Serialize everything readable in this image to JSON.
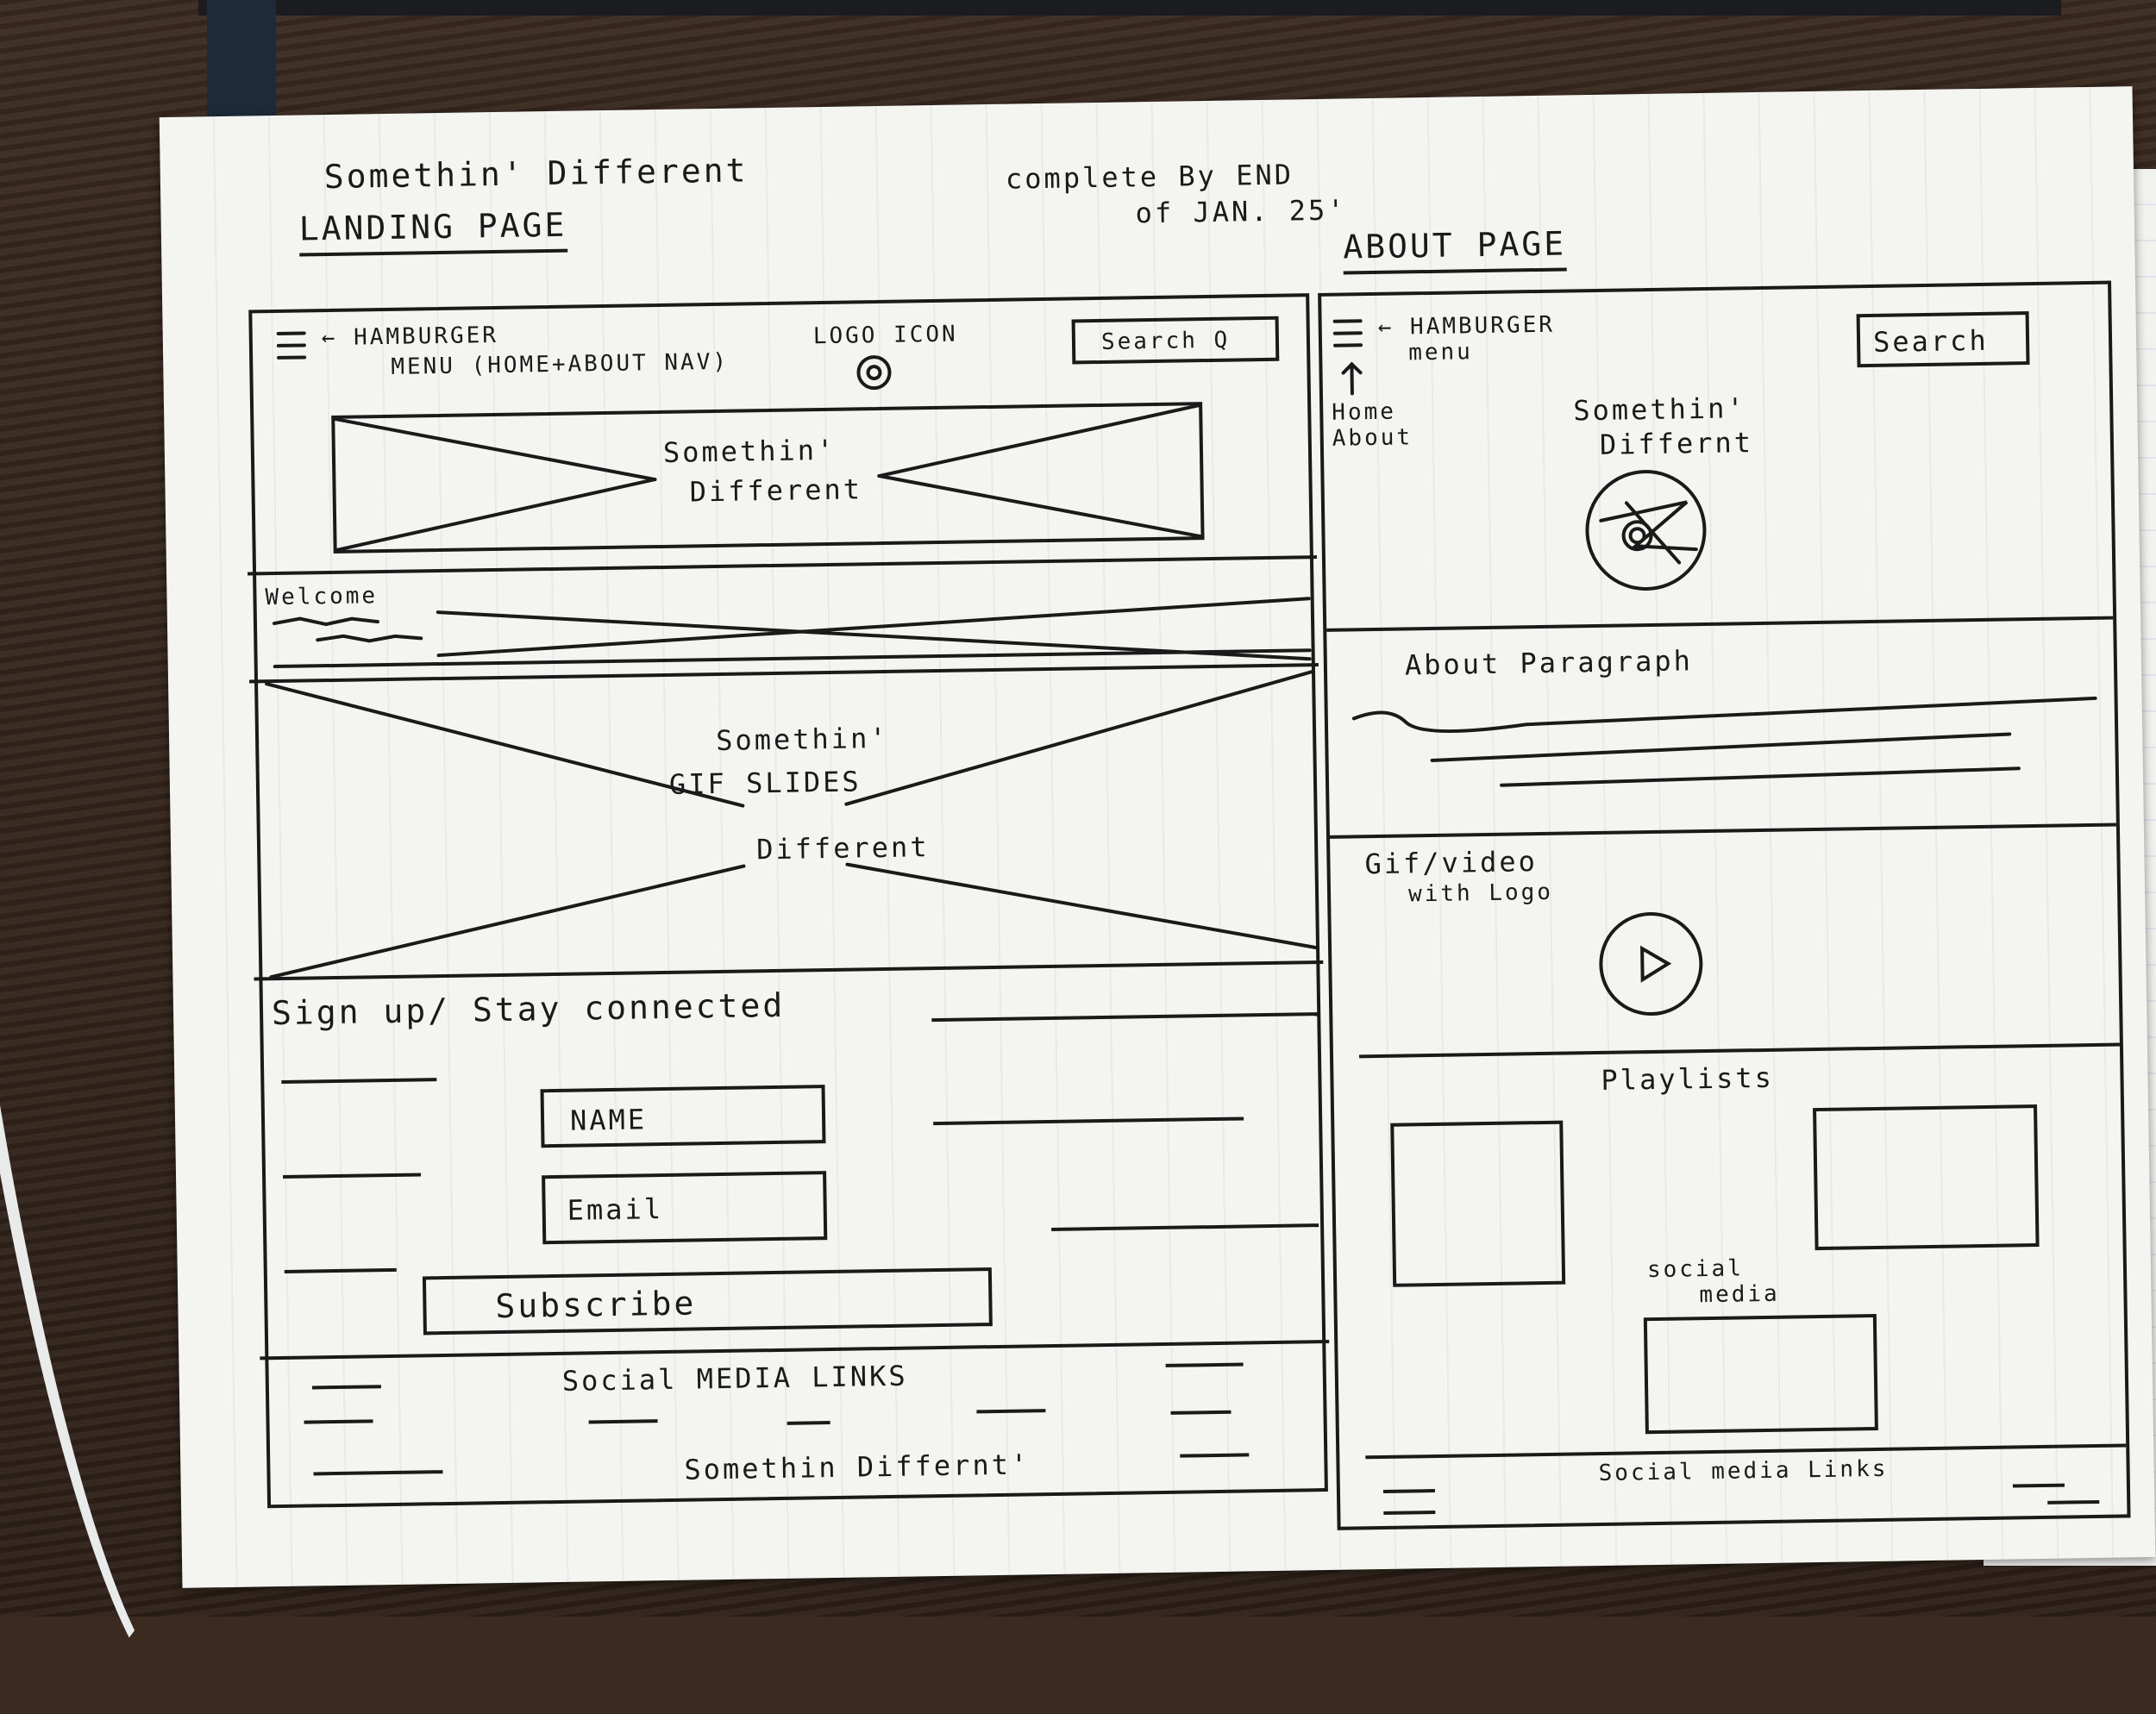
{
  "sheet": {
    "brand": "Somethin' Different",
    "landing_title": "LANDING PAGE",
    "deadline_line1": "complete By END",
    "deadline_line2": "of JAN. 25'",
    "about_title": "ABOUT PAGE"
  },
  "landing": {
    "menu_icon": "hamburger-icon",
    "menu_note_line1": "← HAMBURGER",
    "menu_note_line2": "MENU (HOME+ABOUT NAV)",
    "logo_label": "LOGO ICON",
    "search_label": "Search Q",
    "hero_line1": "Somethin'",
    "hero_line2": "Different",
    "welcome_label": "Welcome",
    "gif_line1": "Somethin'",
    "gif_line2": "GIF SLIDES",
    "gif_line3": "Different",
    "signup_heading": "Sign up/ Stay connected",
    "name_field": "NAME",
    "email_field": "Email",
    "subscribe_label": "Subscribe",
    "social_label": "Social MEDIA LINKS",
    "footer_brand": "Somethin Differnt'"
  },
  "about": {
    "menu_icon": "hamburger-icon",
    "menu_note_line1": "← HAMBURGER",
    "menu_note_line2": "menu",
    "nav_home": "Home",
    "nav_about": "About",
    "search_label": "Search",
    "brand_line1": "Somethin'",
    "brand_line2": "Differnt",
    "paragraph_label": "About Paragraph",
    "gif_line1": "Gif/video",
    "gif_line2": "with Logo",
    "playlists_label": "Playlists",
    "social_box_line1": "social",
    "social_box_line2": "media",
    "social_links_label": "Social media Links"
  }
}
